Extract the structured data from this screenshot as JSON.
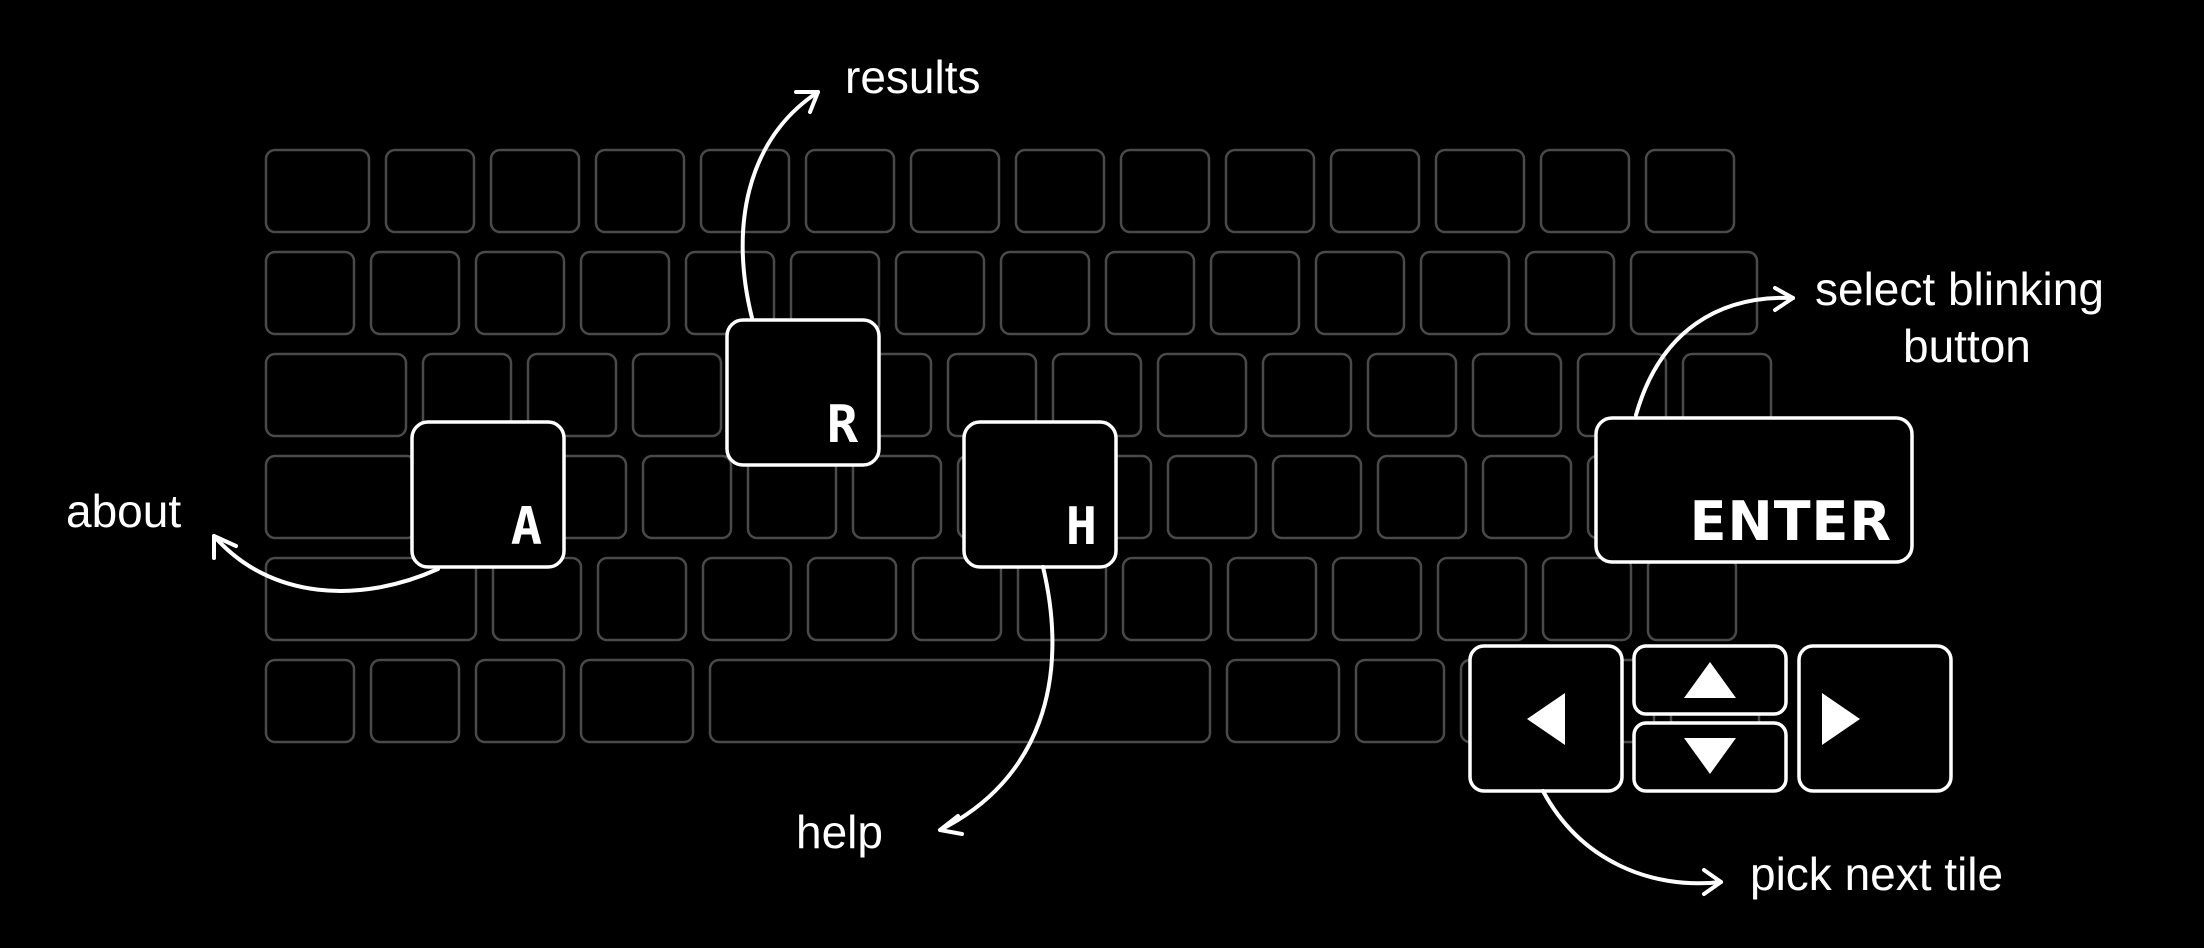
{
  "keys": {
    "a": "A",
    "r": "R",
    "h": "H",
    "enter": "ENTER"
  },
  "callouts": {
    "results": "results",
    "about": "about",
    "help": "help",
    "select_line1": "select blinking",
    "select_line2": "button",
    "pick_next_tile": "pick next tile"
  },
  "icons": {
    "left": "arrow-left-icon",
    "up": "arrow-up-icon",
    "down": "arrow-down-icon",
    "right": "arrow-right-icon"
  },
  "colors": {
    "background": "#000000",
    "highlight": "#ffffff",
    "faded_key": "#4a4a4a"
  }
}
